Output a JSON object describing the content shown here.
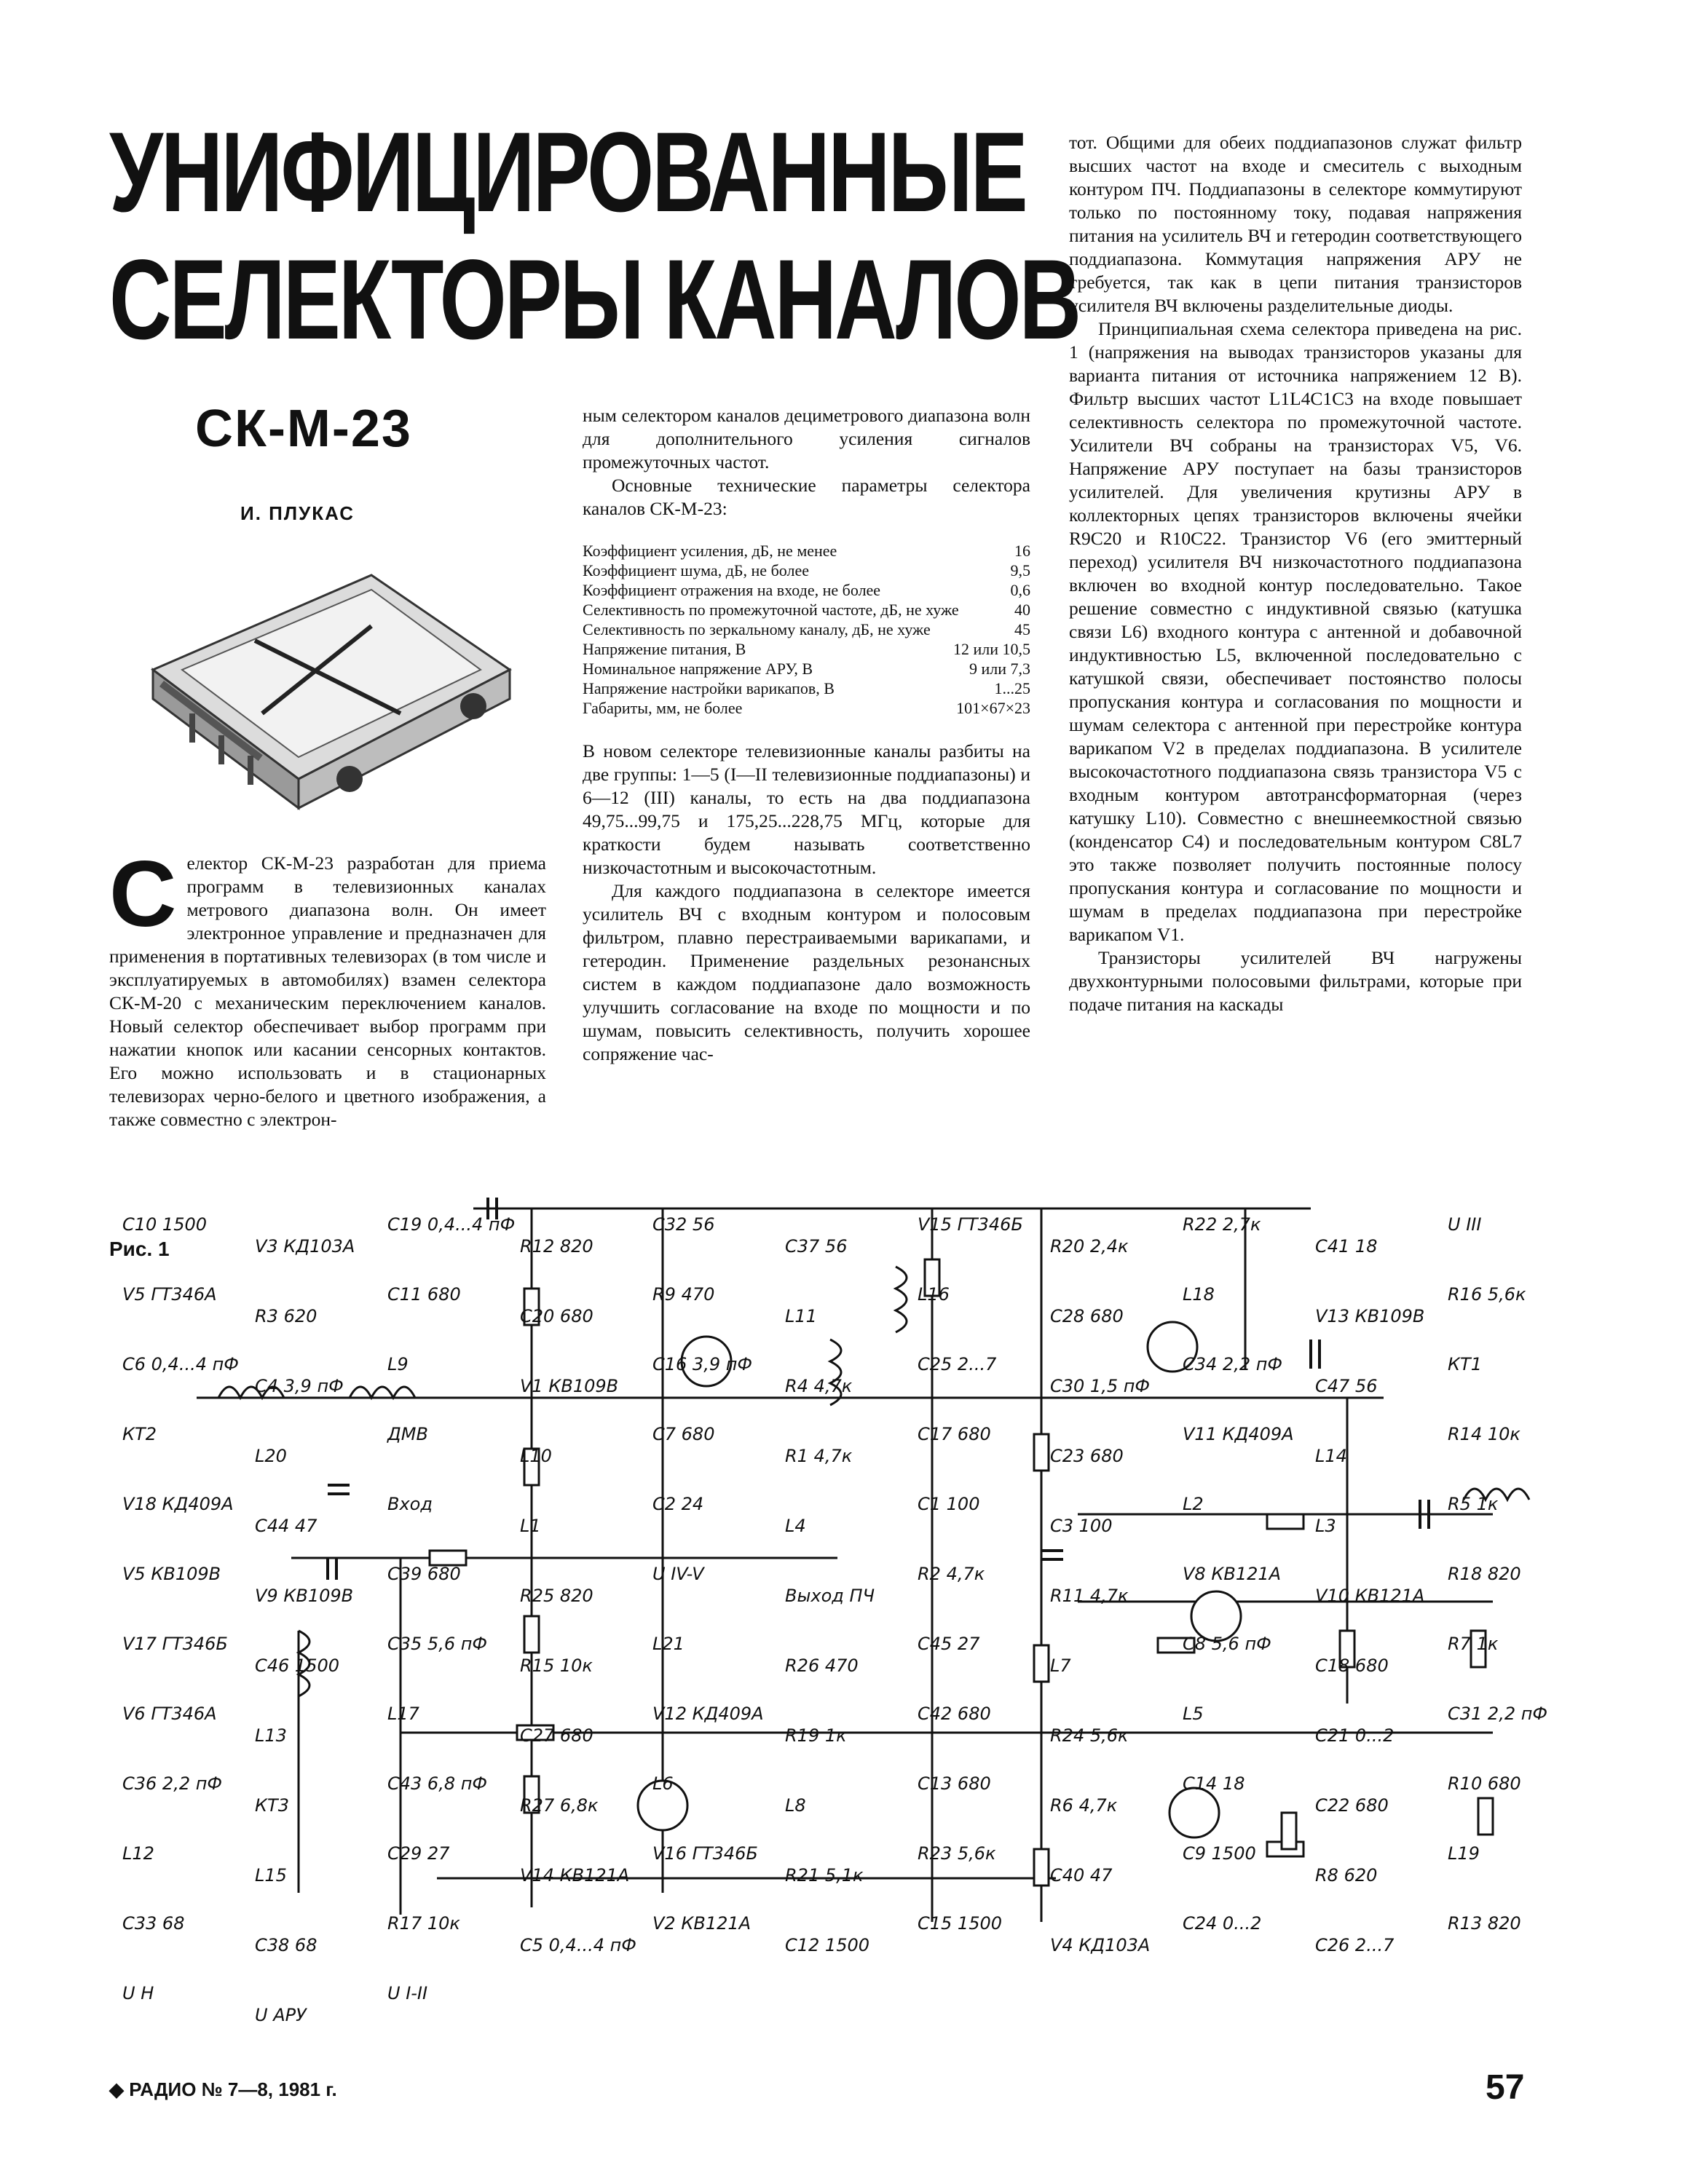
{
  "article": {
    "title_line1": "УНИФИЦИРОВАННЫЕ",
    "title_line2": "СЕЛЕКТОРЫ КАНАЛОВ",
    "model": "СК-М-23",
    "author": "И. ПЛУКАС"
  },
  "columns": {
    "col1": {
      "drop_cap": "С",
      "p1": "електор СК-М-23 разработан для приема программ в телевизионных каналах метрового диапазона волн. Он имеет электронное управление и предназначен для применения в портативных телевизорах (в том числе и эксплуатируемых в автомобилях) взамен селектора СК-М-20 с механическим переключением каналов. Новый селектор обеспечивает выбор программ при нажатии кнопок или касании сенсорных контактов. Его можно использовать и в стационарных телевизорах черно-белого и цветного изображения, а также совместно с электрон-"
    },
    "col2": {
      "p1": "ным селектором каналов дециметрового диапазона волн для дополнительного усиления сигналов промежуточных частот.",
      "p2": "Основные технические параметры селектора каналов СК-М-23:",
      "p3": "В новом селекторе телевизионные каналы разбиты на две группы: 1—5 (I—II телевизионные поддиапазоны) и 6—12 (III) каналы, то есть на два поддиапазона 49,75...99,75 и 175,25...228,75 МГц, которые для краткости будем называть соответственно низкочастотным и высокочастотным.",
      "p4": "Для каждого поддиапазона в селекторе имеется усилитель ВЧ с входным контуром и полосовым фильтром, плавно перестраиваемыми варикапами, и гетеродин. Применение раздельных резонансных систем в каждом поддиапазоне дало возможность улучшить согласование на входе по мощности и по шумам, повысить селективность, получить хорошее сопряжение час-"
    },
    "col3": {
      "p1": "тот. Общими для обеих поддиапазонов служат фильтр высших частот на входе и смеситель с выходным контуром ПЧ. Поддиапазоны в селекторе коммутируют только по постоянному току, подавая напряжения питания на усилитель ВЧ и гетеродин соответствующего поддиапазона. Коммутация напряжения АРУ не требуется, так как в цепи питания транзисторов усилителя ВЧ включены разделительные диоды.",
      "p2": "Принципиальная схема селектора приведена на рис. 1 (напряжения на выводах транзисторов указаны для варианта питания от источника напряжением 12 В). Фильтр высших частот L1L4C1C3 на входе повышает селективность селектора по промежуточной частоте. Усилители ВЧ собраны на транзисторах V5, V6. Напряжение АРУ поступает на базы транзисторов усилителей. Для увеличения крутизны АРУ в коллекторных цепях транзисторов включены ячейки R9C20 и R10C22. Транзистор V6 (его эмиттерный переход) усилителя ВЧ низкочастотного поддиапазона включен во входной контур последовательно. Такое решение совместно с индуктивной связью (катушка связи L6) входного контура с антенной и добавочной индуктивностью L5, включенной последовательно с катушкой связи, обеспечивает постоянство полосы пропускания контура и согласования по мощности и шумам селектора с антенной при перестройке контура варикапом V2 в пределах поддиапазона. В усилителе высокочастотного поддиапазона связь транзистора V5 с входным контуром автотрансформаторная (через катушку L10). Совместно с внешнеемкостной связью (конденсатор C4) и последовательным контуром C8L7 это также позволяет получить постоянные полосу пропускания контура и согласование по мощности и шумам в пределах поддиапазона при перестройке варикапом V1.",
      "p3": "Транзисторы усилителей ВЧ нагружены двухконтурными полосовыми фильтрами, которые при подаче питания на каскады"
    }
  },
  "specs": [
    {
      "label": "Коэффициент усиления, дБ, не менее",
      "value": "16"
    },
    {
      "label": "Коэффициент шума, дБ, не более",
      "value": "9,5"
    },
    {
      "label": "Коэффициент отражения на входе, не более",
      "value": "0,6"
    },
    {
      "label": "Селективность по промежуточной частоте, дБ, не хуже",
      "value": "40"
    },
    {
      "label": "Селективность по зеркальному каналу, дБ, не хуже",
      "value": "45"
    },
    {
      "label": "Напряжение питания, В",
      "value": "12 или 10,5"
    },
    {
      "label": "Номинальное напряжение АРУ, В",
      "value": "9 или 7,3"
    },
    {
      "label": "Напряжение настройки варикапов, В",
      "value": "1...25"
    },
    {
      "label": "Габариты, мм, не более",
      "value": "101×67×23"
    }
  ],
  "figure": {
    "label": "Рис. 1",
    "components": [
      "C10 1500",
      "V3 КД103А",
      "C19 0,4...4 пФ",
      "R12 820",
      "C32 56",
      "C37 56",
      "V15 ГТ346Б",
      "R20 2,4к",
      "R22 2,7к",
      "C41 18",
      "U III",
      "V5 ГТ346А",
      "R3 620",
      "C11 680",
      "C20 680",
      "R9 470",
      "L11",
      "L16",
      "C28 680",
      "L18",
      "V13 КВ109В",
      "R16 5,6к",
      "C6 0,4...4 пФ",
      "C4 3,9 пФ",
      "L9",
      "V1 КВ109В",
      "C16 3,9 пФ",
      "R4 4,7к",
      "C25 2...7",
      "C30 1,5 пФ",
      "C34 2,2 пФ",
      "C47 56",
      "КТ1",
      "КТ2",
      "L20",
      "ДМВ",
      "L10",
      "C7 680",
      "R1 4,7к",
      "C17 680",
      "C23 680",
      "V11 КД409А",
      "L14",
      "R14 10к",
      "V18 КД409А",
      "C44 47",
      "Вход",
      "L1",
      "C2 24",
      "L4",
      "C1 100",
      "C3 100",
      "L2",
      "L3",
      "R5 1к",
      "V5 КВ109В",
      "V9 КВ109В",
      "C39 680",
      "R25 820",
      "U IV-V",
      "Выход ПЧ",
      "R2 4,7к",
      "R11 4,7к",
      "V8 КВ121А",
      "V10 КВ121А",
      "R18 820",
      "V17 ГТ346Б",
      "C46 1500",
      "C35 5,6 пФ",
      "R15 10к",
      "L21",
      "R26 470",
      "C45 27",
      "L7",
      "C8 5,6 пФ",
      "C18 680",
      "R7 1к",
      "V6 ГТ346А",
      "L13",
      "L17",
      "C27 680",
      "V12 КД409А",
      "R19 1к",
      "C42 680",
      "R24 5,6к",
      "L5",
      "C21 0...2",
      "C31 2,2 пФ",
      "C36 2,2 пФ",
      "КТ3",
      "C43 6,8 пФ",
      "R27 6,8к",
      "L6",
      "L8",
      "C13 680",
      "R6 4,7к",
      "C14 18",
      "C22 680",
      "R10 680",
      "L12",
      "L15",
      "C29 27",
      "V14 КВ121А",
      "V16 ГТ346Б",
      "R21 5,1к",
      "R23 5,6к",
      "C40 47",
      "C9 1500",
      "R8 620",
      "L19",
      "C33 68",
      "C38 68",
      "R17 10к",
      "C5 0,4...4 пФ",
      "V2 КВ121А",
      "C12 1500",
      "C15 1500",
      "V4 КД103А",
      "C24 0...2",
      "C26 2...7",
      "R13 820",
      "U Н",
      "U АРУ",
      "U I-II"
    ]
  },
  "footer": {
    "journal": "◆ РАДИО № 7—8, 1981 г.",
    "page": "57"
  }
}
